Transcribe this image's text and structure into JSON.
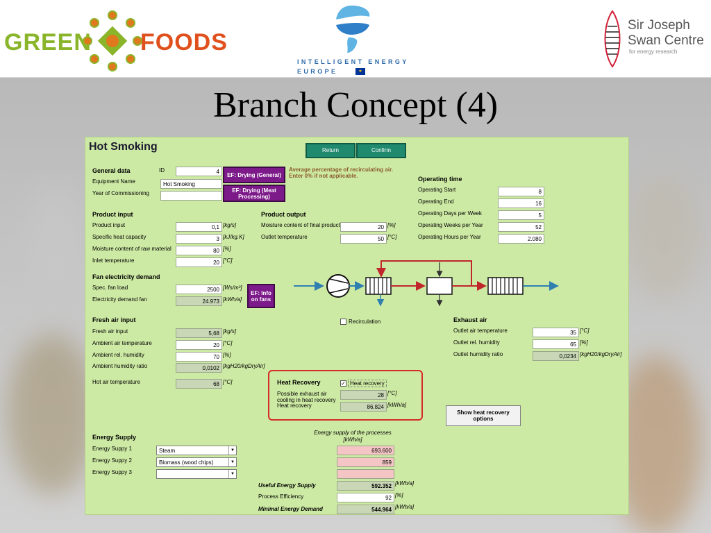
{
  "header": {
    "green_foods": {
      "left": "GREEN",
      "right": "FOODS"
    },
    "iee": {
      "line1": "INTELLIGENT ENERGY",
      "line2": "EUROPE"
    },
    "swan": {
      "line1": "Sir Joseph",
      "line2": "Swan Centre",
      "line3": "for energy research"
    }
  },
  "slide_title": "Branch Concept (4)",
  "form": {
    "title": "Hot Smoking",
    "buttons": {
      "return": "Return",
      "confirm": "Confirm",
      "ef_drying_general": "EF: Drying (General)",
      "ef_drying_meat": "EF: Drying (Meat Processing)",
      "ef_info_fans": "EF: Info on fans",
      "show_heat_recovery": "Show heat recovery options"
    },
    "note": "Average percentage of recirculating air. Enter 0% if not applicable.",
    "general": {
      "header": "General data",
      "id_label": "ID",
      "id": "4",
      "equipment_name_label": "Equipment Name",
      "equipment_name": "Hot Smoking",
      "year_label": "Year of Commissioning",
      "year": ""
    },
    "operating_time": {
      "header": "Operating time",
      "rows": [
        {
          "label": "Operating Start",
          "value": "8"
        },
        {
          "label": "Operating End",
          "value": "16"
        },
        {
          "label": "Operating Days per Week",
          "value": "5"
        },
        {
          "label": "Operating Weeks per Year",
          "value": "52"
        },
        {
          "label": "Operating Hours per Year",
          "value": "2.080"
        }
      ]
    },
    "product_input": {
      "header": "Product input",
      "rows": [
        {
          "label": "Product input",
          "value": "0,1",
          "unit": "[kg/s]"
        },
        {
          "label": "Specific heat capacity",
          "value": "3",
          "unit": "[kJ/kg.K]"
        },
        {
          "label": "Moisture content of raw material",
          "value": "80",
          "unit": "[%]"
        },
        {
          "label": "Inlet temperature",
          "value": "20",
          "unit": "[°C]"
        }
      ]
    },
    "product_output": {
      "header": "Product output",
      "rows": [
        {
          "label": "Moisture content of final product",
          "value": "20",
          "unit": "[%]"
        },
        {
          "label": "Outlet temperature",
          "value": "50",
          "unit": "[°C]"
        }
      ]
    },
    "fan": {
      "header": "Fan electricity demand",
      "rows": [
        {
          "label": "Spec. fan load",
          "value": "2500",
          "unit": "[Ws/m³]"
        },
        {
          "label": "Electricity demand fan",
          "value": "24.973",
          "unit": "[kWh/a]"
        }
      ]
    },
    "fresh_air": {
      "header": "Fresh air input",
      "rows": [
        {
          "label": "Fresh air input",
          "value": "5,68",
          "unit": "[kg/s]"
        },
        {
          "label": "Ambient air temperature",
          "value": "20",
          "unit": "[°C]"
        },
        {
          "label": "Ambient rel. humidity",
          "value": "70",
          "unit": "[%]"
        },
        {
          "label": "Ambient humidity ratio",
          "value": "0,0102",
          "unit": "[kgH20/kgDryAir]"
        },
        {
          "label": "Hot air temperature",
          "value": "68",
          "unit": "[°C]"
        }
      ]
    },
    "recirculation": "Recirculation",
    "exhaust": {
      "header": "Exhaust air",
      "rows": [
        {
          "label": "Outlet air temperature",
          "value": "35",
          "unit": "[°C]"
        },
        {
          "label": "Outlet rel. humidity",
          "value": "65",
          "unit": "[%]"
        },
        {
          "label": "Outlet humidity ratio",
          "value": "0,0234",
          "unit": "[kgH20/kgDryAir]"
        }
      ]
    },
    "heat_recovery": {
      "header": "Heat Recovery",
      "checkbox": "Heat recovery",
      "possible_label": "Possible exhaust air cooling in heat recovery",
      "possible_value": "28",
      "possible_unit": "[°C]",
      "hr_label": "Heat recovery",
      "hr_value": "86.824",
      "hr_unit": "[kWh/a]"
    },
    "energy_supply": {
      "header": "Energy Supply",
      "caption": "Energy supply of the processes",
      "caption_unit": "[kWh/a]",
      "rows": [
        {
          "label": "Energy Suppy 1",
          "option": "Steam",
          "value": "693.600"
        },
        {
          "label": "Energy Suppy 2",
          "option": "Biomass (wood chips)",
          "value": "859"
        },
        {
          "label": "Energy Suppy 3",
          "option": "",
          "value": ""
        }
      ],
      "useful_label": "Useful Energy Supply",
      "useful_value": "592.352",
      "useful_unit": "[kWh/a]",
      "efficiency_label": "Process Efficiency",
      "efficiency_value": "92",
      "efficiency_unit": "[%]",
      "minimal_label": "Minimal Energy Demand",
      "minimal_value": "544.964",
      "minimal_unit": "[kWh/a]"
    }
  }
}
